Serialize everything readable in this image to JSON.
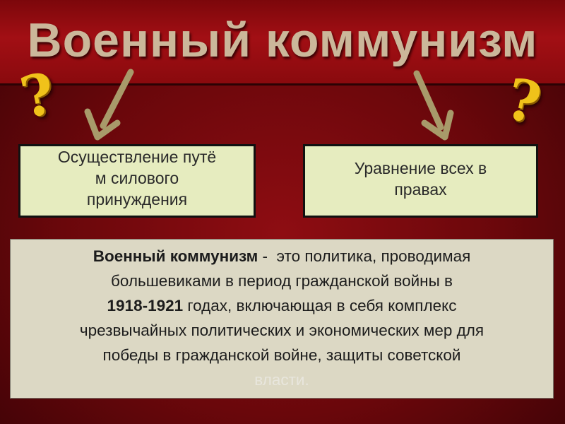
{
  "title": "Военный коммунизм",
  "question_mark": "?",
  "boxes": {
    "left": {
      "line1": "Осуществление путё",
      "line2": "м силового",
      "line3": "принуждения"
    },
    "right": {
      "line1": "Уравнение всех в",
      "line2": "правах"
    }
  },
  "definition": {
    "term": "Военный коммунизм",
    "line1_rest": " -  это политика, проводимая",
    "line2": "большевиками в период гражданской войны в",
    "years": "1918-1921",
    "line3_rest": " годах, включающая в себя комплекс",
    "line4": "чрезвычайных политических и экономических мер для",
    "line5": "победы в гражданской войне, защиты советской",
    "line6": "власти."
  },
  "colors": {
    "background": "#7a080d",
    "title_text": "#cbb79a",
    "box_fill": "#e6ecbf",
    "definition_fill": "#dcd8c4",
    "arrow": "#a89a6a",
    "question_mark": "#f0c21a"
  }
}
